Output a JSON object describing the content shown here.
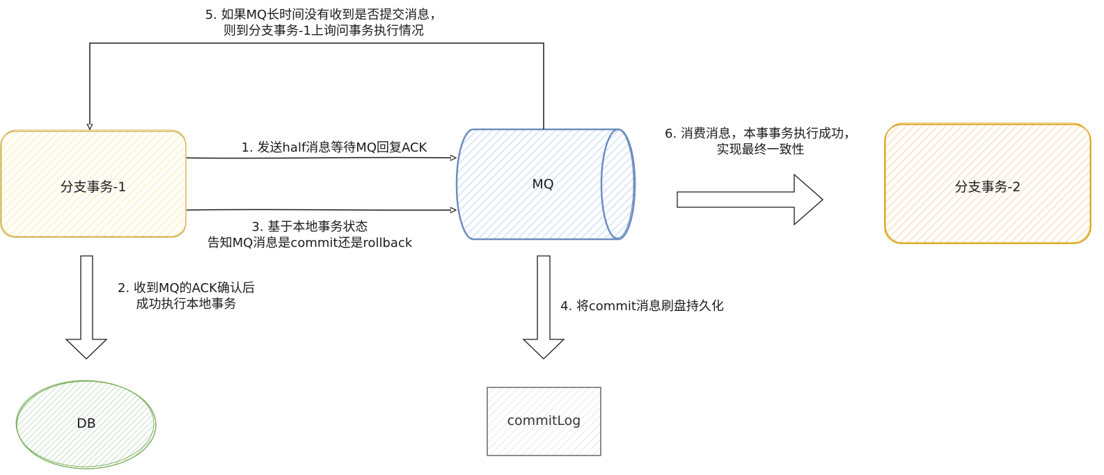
{
  "nodes": {
    "branch1": {
      "label": "分支事务-1",
      "fill": "#fff2cc",
      "stroke": "#d6b656"
    },
    "mq": {
      "label": "MQ",
      "fill": "#dae8fc",
      "stroke": "#6c8ebf"
    },
    "branch2": {
      "label": "分支事务-2",
      "fill": "#ffe6cc",
      "stroke": "#d79b00"
    },
    "db": {
      "label": "DB",
      "fill": "#d5e8d4",
      "stroke": "#82b366"
    },
    "commitlog": {
      "label": "commitLog",
      "fill": "#f5f5f5",
      "stroke": "#666666"
    }
  },
  "edges": {
    "step1": {
      "line1": "1. 发送half消息等待MQ回复ACK"
    },
    "step2": {
      "line1": "2. 收到MQ的ACK确认后",
      "line2": "成功执行本地事务"
    },
    "step3": {
      "line1": "3. 基于本地事务状态",
      "line2": "告知MQ消息是commit还是rollback"
    },
    "step4": {
      "line1": "4. 将commit消息刷盘持久化"
    },
    "step5": {
      "line1": "5. 如果MQ长时间没有收到是否提交消息，",
      "line2": "则到分支事务-1上询问事务执行情况"
    },
    "step6": {
      "line1": "6. 消费消息，本事事务执行成功，",
      "line2": "实现最终一致性"
    }
  }
}
